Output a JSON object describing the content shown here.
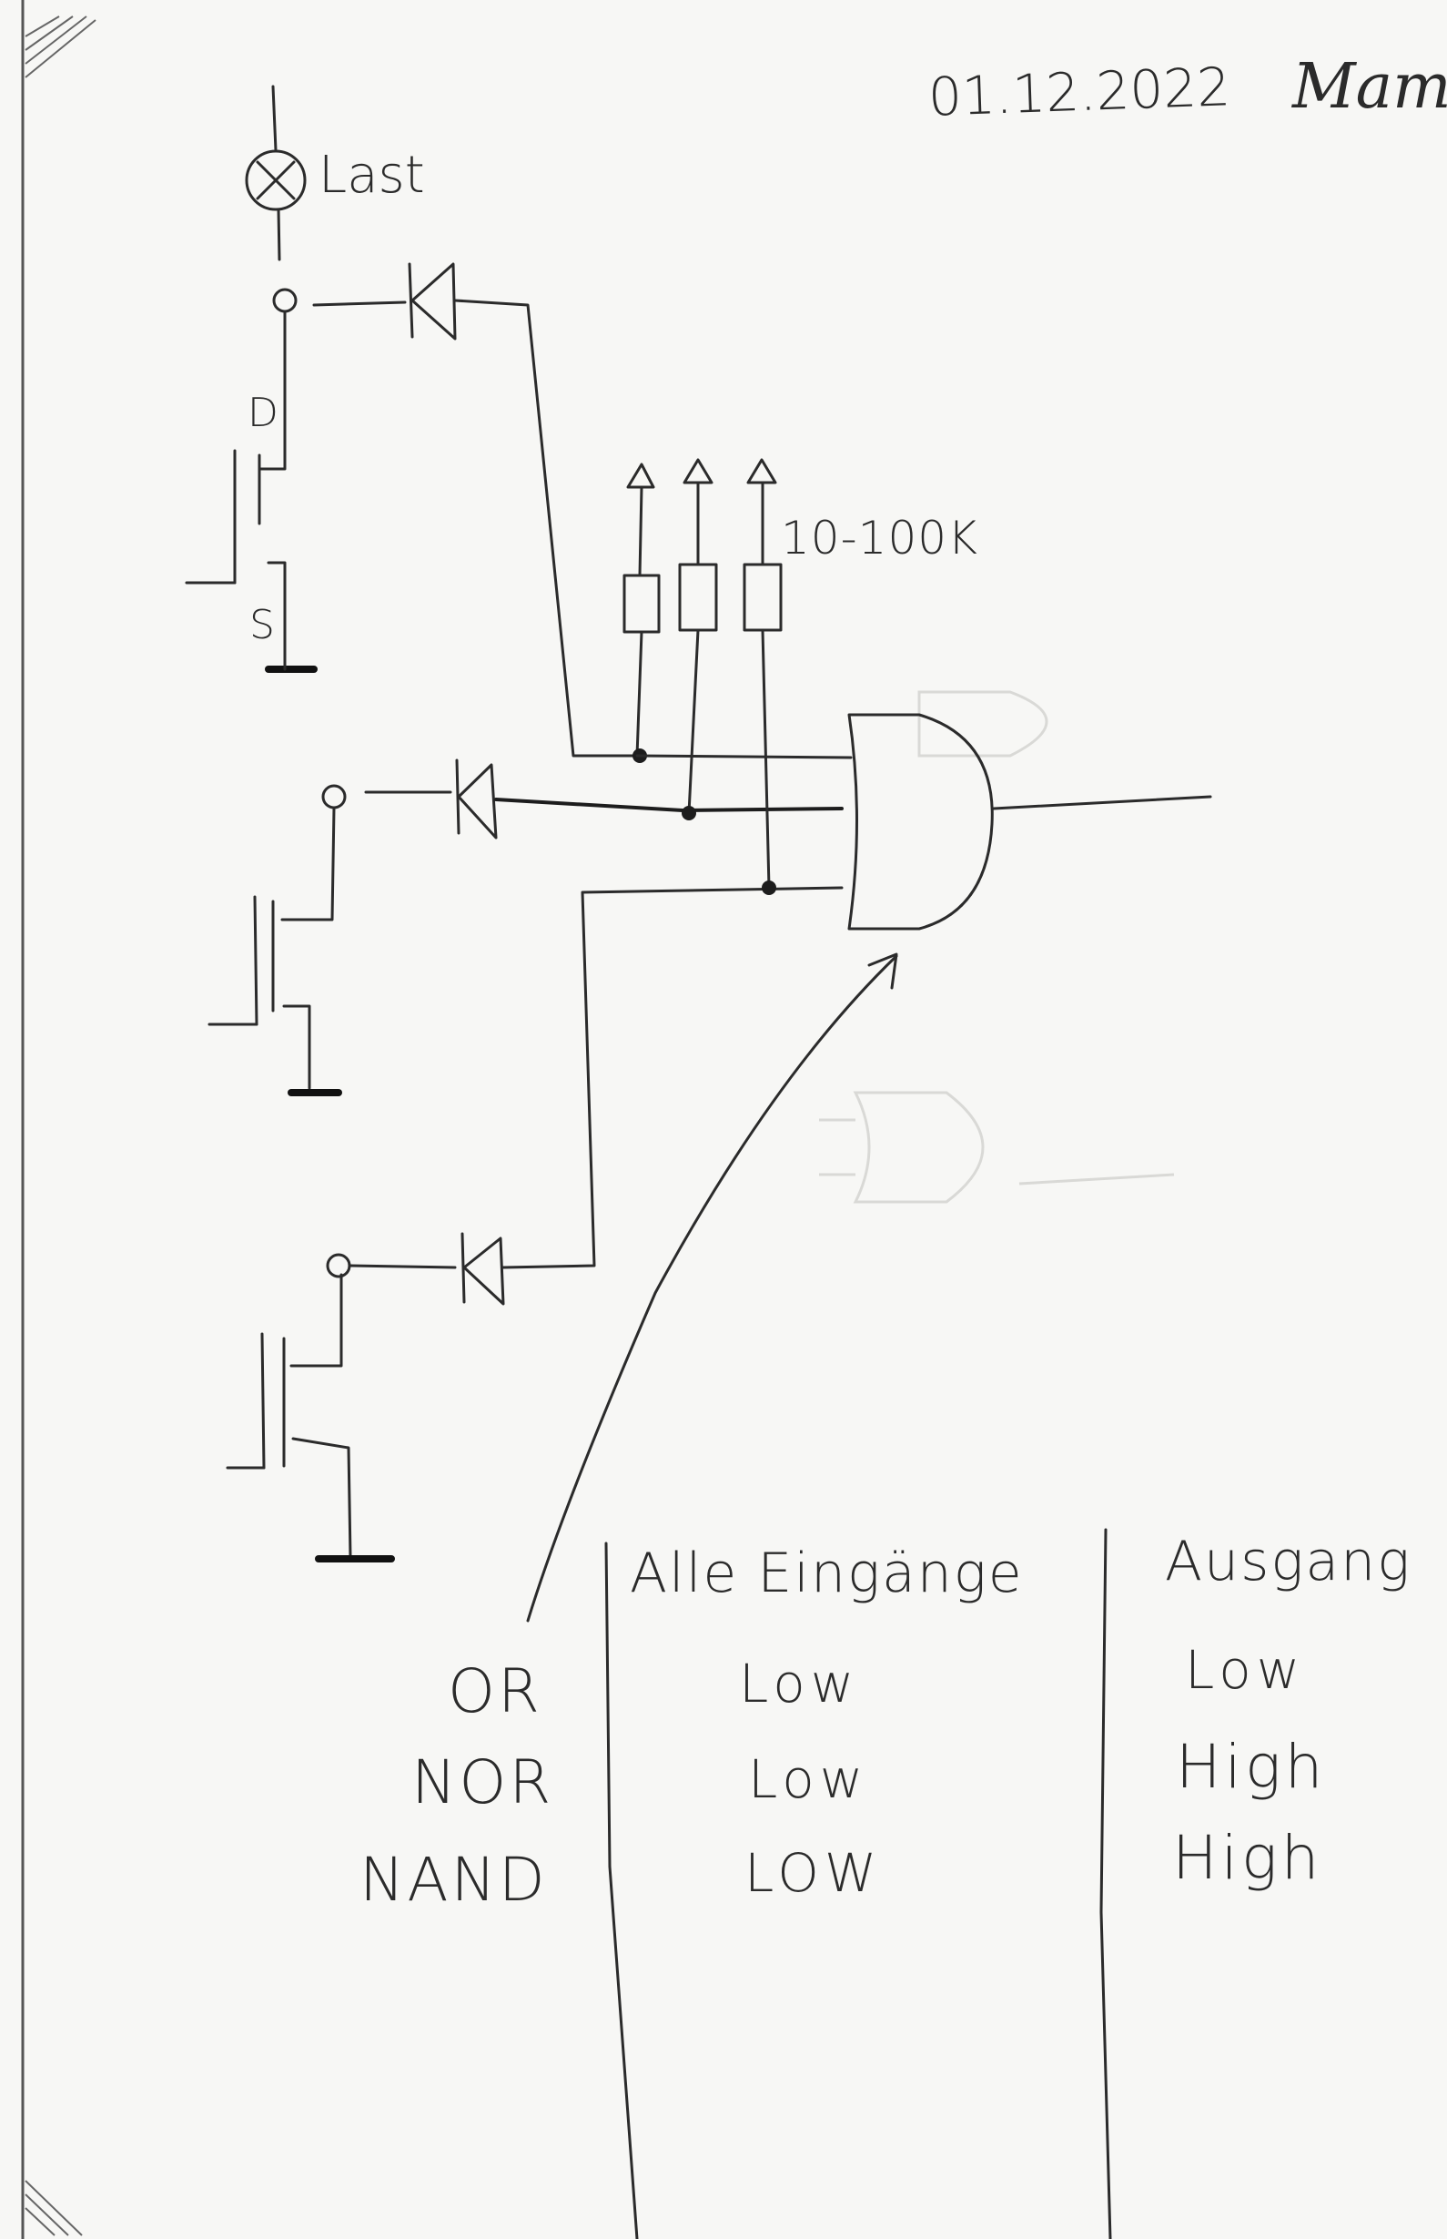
{
  "header": {
    "date": "01.12.2022",
    "signature": "Mam"
  },
  "circuit": {
    "load_label": "Last",
    "drain_label": "D",
    "source_label": "S",
    "resistor_label": "10-100K"
  },
  "table": {
    "headers": [
      "Alle Eingänge",
      "Ausgang"
    ],
    "rows": [
      {
        "gate": "OR",
        "inputs": "Low",
        "output": "Low"
      },
      {
        "gate": "NOR",
        "inputs": "Low",
        "output": "High"
      },
      {
        "gate": "NAND",
        "inputs": "LOW",
        "output": "High"
      }
    ]
  }
}
